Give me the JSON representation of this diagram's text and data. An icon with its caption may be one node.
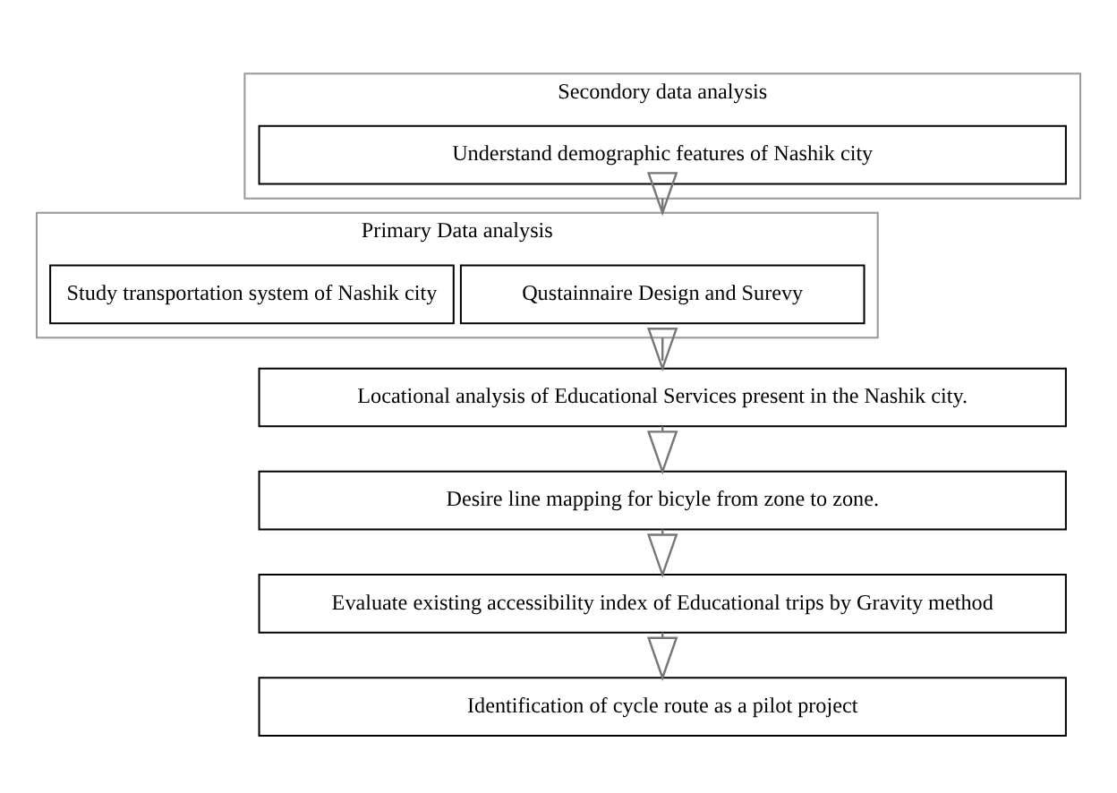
{
  "diagram": {
    "nodes": [
      {
        "text": [
          "Secondory data analysis"
        ]
      },
      {
        "text": [
          "Understand demographic features of Nashik city"
        ],
        "in": 0
      },
      {
        "text": [
          "Primary Data analysis"
        ]
      },
      {
        "text": [
          "Qustainnaire Design and Surevy"
        ],
        "in": 2
      },
      {
        "text": [
          "Study transportation system of Nashik city"
        ],
        "in": 2
      },
      {
        "text": [
          "Locational analysis of Educational Services present in the Nashik city."
        ]
      },
      {
        "text": [
          "Desire line mapping for bicyle from zone to zone."
        ]
      },
      {
        "text": [
          "Evaluate existing accessibility index of Educational trips by Gravity method"
        ]
      },
      {
        "text": [
          "Identification of cycle route as a pilot project"
        ]
      }
    ],
    "edges": [
      {
        "from": 0,
        "to": 2,
        "arrow": "to"
      },
      {
        "from": 2,
        "to": 5,
        "arrow": "to"
      },
      {
        "from": 5,
        "to": 6,
        "arrow": "to"
      },
      {
        "from": 6,
        "to": 7,
        "arrow": "to"
      },
      {
        "from": 7,
        "to": 8,
        "arrow": "to"
      }
    ]
  }
}
